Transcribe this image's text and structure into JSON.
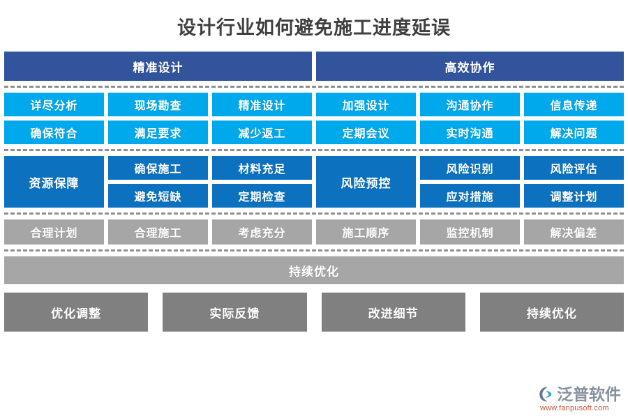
{
  "title": "设计行业如何避免施工进度延误",
  "colors": {
    "header_blue": "#32549d",
    "cyan": "#00a8ec",
    "medium_blue": "#0c72c0",
    "light_gray": "#a6a6a6",
    "dark_gray": "#808080",
    "title_text": "#3f3f3f",
    "logo_text": "#7d8794",
    "logo_url": "#c24a2a"
  },
  "headers": [
    {
      "label": "精准设计"
    },
    {
      "label": "高效协作"
    }
  ],
  "row_cyan": {
    "left": {
      "columns": [
        {
          "top": "详尽分析",
          "bottom": "确保符合"
        },
        {
          "top": "现场勘查",
          "bottom": "满足要求"
        },
        {
          "top": "精准设计",
          "bottom": "减少返工"
        }
      ]
    },
    "right": {
      "columns": [
        {
          "top": "加强设计",
          "bottom": "定期会议"
        },
        {
          "top": "沟通协作",
          "bottom": "实时沟通"
        },
        {
          "top": "信息传递",
          "bottom": "解决问题"
        }
      ]
    }
  },
  "row_blue": {
    "left": {
      "label": "资源保障",
      "columns": [
        {
          "top": "确保施工",
          "bottom": "避免短缺"
        },
        {
          "top": "材料充足",
          "bottom": "定期检查"
        }
      ]
    },
    "right": {
      "label": "风险预控",
      "columns": [
        {
          "top": "风险识别",
          "bottom": "应对措施"
        },
        {
          "top": "风险评估",
          "bottom": "调整计划"
        }
      ]
    }
  },
  "row_gray": {
    "cells": [
      {
        "label": "合理计划"
      },
      {
        "label": "合理施工"
      },
      {
        "label": "考虑充分"
      },
      {
        "label": "施工顺序"
      },
      {
        "label": "监控机制"
      },
      {
        "label": "解决偏差"
      }
    ]
  },
  "banner": {
    "label": "持续优化"
  },
  "row_bottom": {
    "cells": [
      {
        "label": "优化调整"
      },
      {
        "label": "实际反馈"
      },
      {
        "label": "改进细节"
      },
      {
        "label": "持续优化"
      }
    ]
  },
  "logo": {
    "name": "泛普软件",
    "url": "www.fanpusoft.com"
  }
}
